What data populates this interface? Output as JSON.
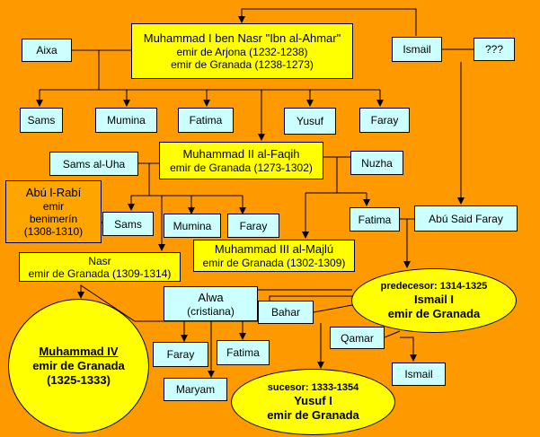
{
  "colors": {
    "background": "#ff9900",
    "person_male_primary": "#ffff00",
    "person_other": "#ccffff",
    "external": "#ffa500",
    "line": "#000000"
  },
  "nodes": {
    "muhammad1": {
      "name": "Muhammad I ben Nasr \"Ibn al-Ahmar\"",
      "title1": "emir de Arjona (1232-1238)",
      "title2": "emir de Granada (1238-1273)"
    },
    "aixa": "Aixa",
    "ismail_top": "Ismail",
    "unknown": "???",
    "sams1": "Sams",
    "mumina1": "Mumina",
    "fatima1": "Fatima",
    "yusuf1": "Yusuf",
    "faray1": "Faray",
    "sams_uha": "Sams al-Uha",
    "muhammad2": {
      "name": "Muhammad II al-Faqih",
      "title": "emir de Granada (1273-1302)"
    },
    "nuzha": "Nuzha",
    "abu_rabi": {
      "name": "Abú l-Rabí",
      "title1": "emir",
      "title2": "benimerín",
      "years": "(1308-1310)"
    },
    "sams2": "Sams",
    "mumina2": "Mumina",
    "faray2": "Faray",
    "fatima2": "Fatima",
    "abu_said": "Abú Said Faray",
    "muhammad3": {
      "name": "Muhammad III al-Majlú",
      "title": "emir de Granada (1302-1309)"
    },
    "nasr": {
      "name": "Nasr",
      "title": "emir de Granada (1309-1314)"
    },
    "ismail1": {
      "role": "predecesor: 1314-1325",
      "name": "Ismail I",
      "title": "emir de Granada"
    },
    "alwa": {
      "name": "Alwa",
      "note": "(cristiana)"
    },
    "bahar": "Bahar",
    "muhammad4": {
      "name": "Muhammad IV",
      "title": "emir de Granada",
      "years": "(1325-1333)"
    },
    "faray3": "Faray",
    "fatima3": "Fatima",
    "qamar": "Qamar",
    "ismail2": "Ismail",
    "maryam": "Maryam",
    "yusuf_i": {
      "role": "sucesor: 1333-1354",
      "name": "Yusuf I",
      "title": "emir de Granada"
    }
  }
}
